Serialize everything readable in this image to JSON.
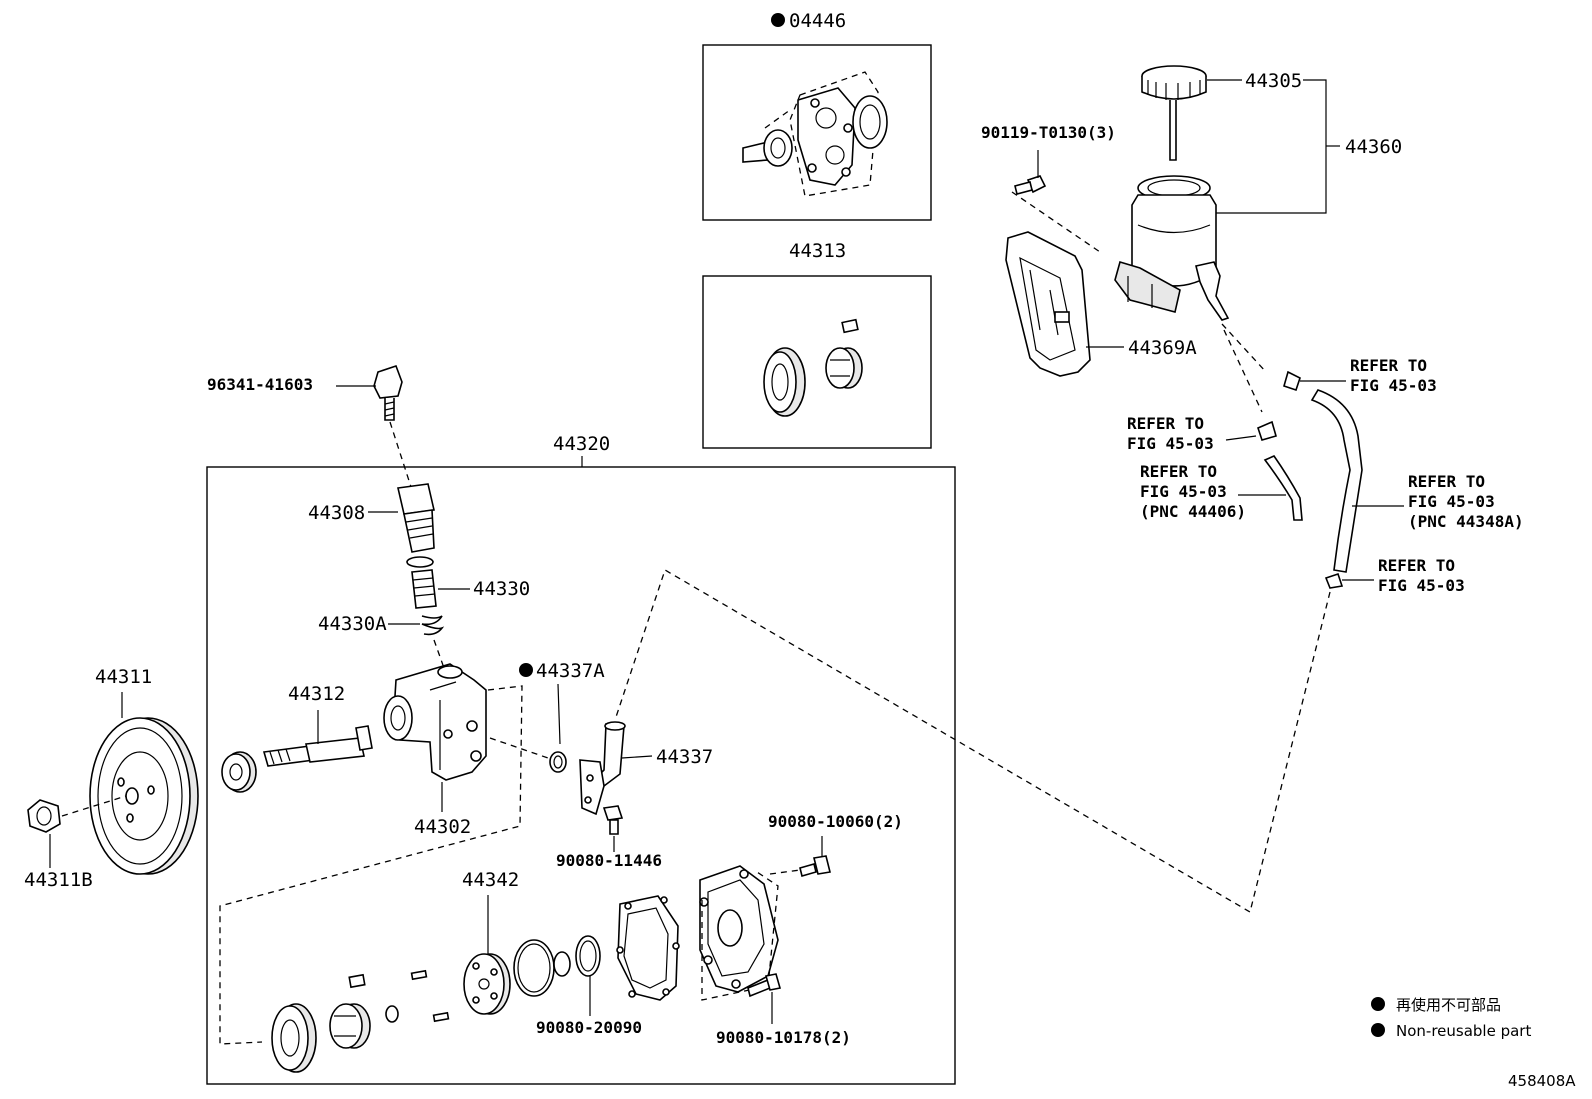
{
  "figure_id": "458408A",
  "boxes": {
    "kit_04446": {
      "label": "04446"
    },
    "kit_44313": {
      "label": "44313"
    },
    "assy_44320": {
      "label": "44320"
    }
  },
  "parts": {
    "p44305": "44305",
    "p44360": "44360",
    "p90119": "90119-T0130(3)",
    "p44369A": "44369A",
    "p96341": "96341-41603",
    "p44308": "44308",
    "p44330": "44330",
    "p44330A": "44330A",
    "p44337A": "44337A",
    "p44337": "44337",
    "p44312": "44312",
    "p44302": "44302",
    "p44311": "44311",
    "p44311B": "44311B",
    "p90080_11446": "90080-11446",
    "p90080_10060": "90080-10060(2)",
    "p44342": "44342",
    "p90080_20090": "90080-20090",
    "p90080_10178": "90080-10178(2)"
  },
  "refers": [
    {
      "line1": "REFER TO",
      "line2": "FIG 45-03",
      "line3": ""
    },
    {
      "line1": "REFER TO",
      "line2": "FIG 45-03",
      "line3": ""
    },
    {
      "line1": "REFER TO",
      "line2": "FIG 45-03",
      "line3": "(PNC 44406)"
    },
    {
      "line1": "REFER TO",
      "line2": "FIG 45-03",
      "line3": "(PNC 44348A)"
    },
    {
      "line1": "REFER TO",
      "line2": "FIG 45-03",
      "line3": ""
    }
  ],
  "legend": {
    "japanese": "再使用不可部品",
    "english": "Non-reusable part"
  },
  "colors": {
    "ink": "#000000",
    "paper": "#ffffff"
  }
}
